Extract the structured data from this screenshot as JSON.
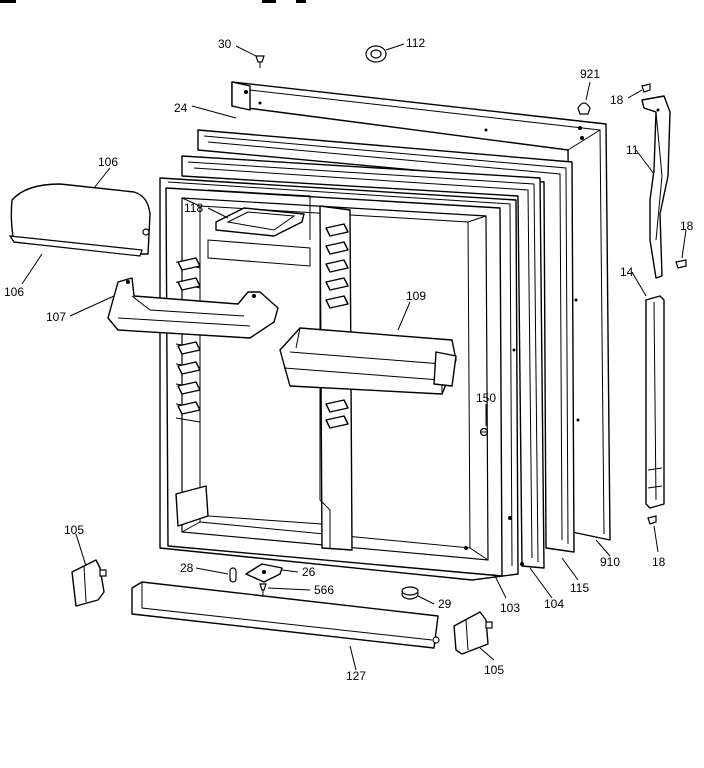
{
  "callouts": {
    "c30": "30",
    "c112": "112",
    "c921": "921",
    "c18a": "18",
    "c24": "24",
    "c106a": "106",
    "c11": "11",
    "c118": "118",
    "c18b": "18",
    "c14": "14",
    "c106b": "106",
    "c109": "109",
    "c107": "107",
    "c150": "150",
    "c105a": "105",
    "c28": "28",
    "c26": "26",
    "c566": "566",
    "c29": "29",
    "c103": "103",
    "c104": "104",
    "c115": "115",
    "c910": "910",
    "c18c": "18",
    "c127": "127",
    "c105b": "105"
  }
}
